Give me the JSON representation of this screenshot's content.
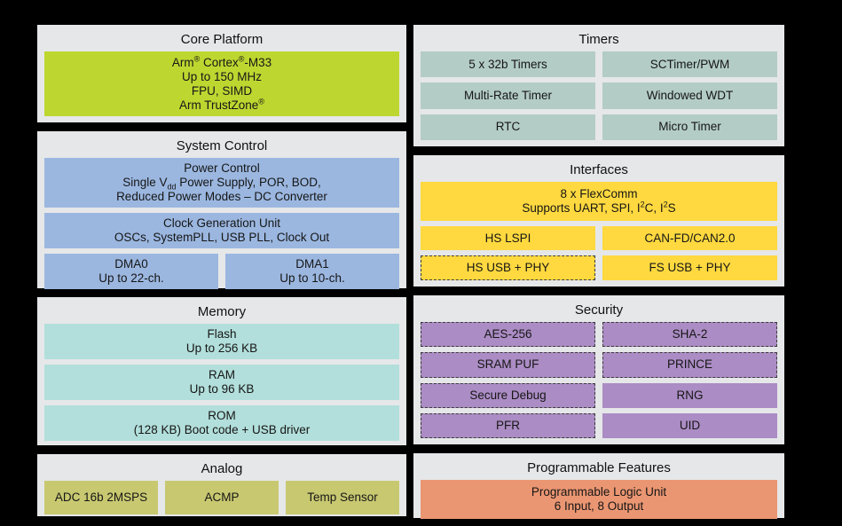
{
  "diagram": {
    "title": "MCU Block Diagram",
    "background_color": "#000000",
    "panel_background": "#e6e7e9"
  },
  "colors": {
    "core_green": "#bed730",
    "system_blue": "#9bb7e0",
    "memory_teal": "#b2dfdb",
    "analog_olive": "#c8c871",
    "timers_teal": "#b3ccc6",
    "interfaces_yellow": "#ffd93f",
    "security_purple": "#ab8cc4",
    "programmable_orange": "#eb9672"
  },
  "left_column": {
    "core_platform": {
      "title": "Core Platform",
      "block": {
        "line1_pre": "Arm",
        "line1_sup1": "®",
        "line1_mid": " Cortex",
        "line1_sup2": "®",
        "line1_post": "-M33",
        "line2": "Up to 150 MHz",
        "line3": "FPU, SIMD",
        "line4_pre": "Arm TrustZone",
        "line4_sup": "®"
      }
    },
    "system_control": {
      "title": "System Control",
      "power_control": {
        "line1": "Power Control",
        "line2_pre": "Single V",
        "line2_sub": "dd",
        "line2_post": " Power Supply, POR, BOD,",
        "line3": "Reduced Power Modes – DC Converter"
      },
      "clock": {
        "line1": "Clock Generation Unit",
        "line2": "OSCs, SystemPLL, USB PLL, Clock Out"
      },
      "dma": [
        {
          "line1": "DMA0",
          "line2": "Up to 22-ch."
        },
        {
          "line1": "DMA1",
          "line2": "Up to 10-ch."
        }
      ]
    },
    "memory": {
      "title": "Memory",
      "blocks": [
        {
          "line1": "Flash",
          "line2": "Up to 256 KB"
        },
        {
          "line1": "RAM",
          "line2": "Up to 96 KB"
        },
        {
          "line1": "ROM",
          "line2": "(128 KB) Boot code + USB driver"
        }
      ]
    },
    "analog": {
      "title": "Analog",
      "blocks": [
        {
          "line1": "ADC 16b 2MSPS"
        },
        {
          "line1": "ACMP"
        },
        {
          "line1": "Temp Sensor"
        }
      ]
    }
  },
  "right_column": {
    "timers": {
      "title": "Timers",
      "rows": [
        [
          {
            "line1": "5 x 32b Timers"
          },
          {
            "line1": "SCTimer/PWM"
          }
        ],
        [
          {
            "line1": "Multi-Rate Timer"
          },
          {
            "line1": "Windowed WDT"
          }
        ],
        [
          {
            "line1": "RTC"
          },
          {
            "line1": "Micro Timer"
          }
        ]
      ]
    },
    "interfaces": {
      "title": "Interfaces",
      "flexcomm": {
        "line1": "8 x FlexComm",
        "line2_pre": "Supports UART, SPI, I",
        "line2_sup1": "2",
        "line2_mid": "C, I",
        "line2_sup2": "2",
        "line2_post": "S"
      },
      "rows": [
        [
          {
            "line1": "HS LSPI",
            "dashed": false
          },
          {
            "line1": "CAN-FD/CAN2.0",
            "dashed": false
          }
        ],
        [
          {
            "line1": "HS USB + PHY",
            "dashed": true
          },
          {
            "line1": "FS USB + PHY",
            "dashed": false
          }
        ]
      ]
    },
    "security": {
      "title": "Security",
      "rows": [
        [
          {
            "line1": "AES-256",
            "dashed": true
          },
          {
            "line1": "SHA-2",
            "dashed": true
          }
        ],
        [
          {
            "line1": "SRAM PUF",
            "dashed": true
          },
          {
            "line1": "PRINCE",
            "dashed": true
          }
        ],
        [
          {
            "line1": "Secure Debug",
            "dashed": true
          },
          {
            "line1": "RNG",
            "dashed": false
          }
        ],
        [
          {
            "line1": "PFR",
            "dashed": true
          },
          {
            "line1": "UID",
            "dashed": false
          }
        ]
      ]
    },
    "programmable_features": {
      "title": "Programmable Features",
      "block": {
        "line1": "Programmable Logic Unit",
        "line2": "6 Input, 8 Output"
      }
    }
  }
}
